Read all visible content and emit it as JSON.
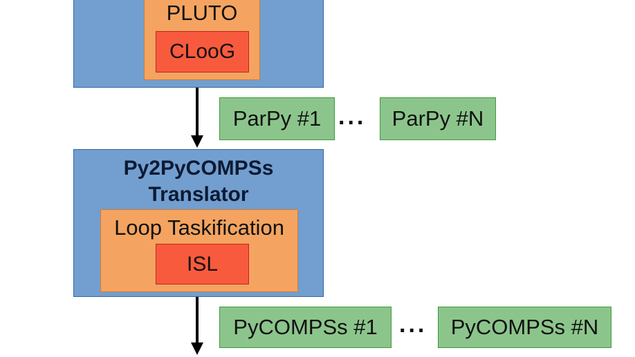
{
  "top_block": {
    "inner_label": "PLUTO",
    "core_label": "CLooG"
  },
  "parpy_outputs": {
    "first": "ParPy #1",
    "ellipsis": "...",
    "last": "ParPy #N"
  },
  "translator_block": {
    "title_line1": "Py2PyCOMPSs",
    "title_line2": "Translator",
    "inner_label": "Loop Taskification",
    "core_label": "ISL"
  },
  "pycompss_outputs": {
    "first": "PyCOMPSs #1",
    "ellipsis": "...",
    "last": "PyCOMPSs #N"
  },
  "colors": {
    "module_blue": "#729fcf",
    "stage_orange": "#f4a460",
    "library_red": "#f85a3e",
    "output_green": "#8cc58c"
  }
}
